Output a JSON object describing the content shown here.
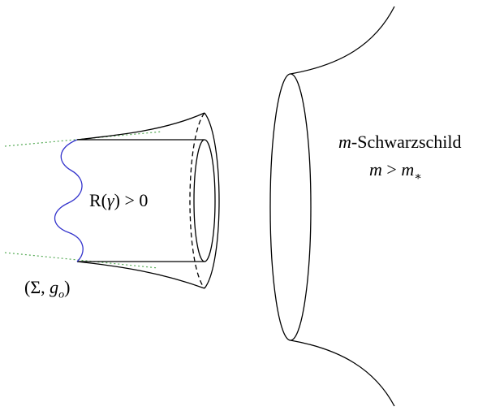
{
  "labels": {
    "curvature_prefix": "R(",
    "curvature_gamma": "γ",
    "curvature_suffix": ") > 0",
    "manifold_sigma": "Σ",
    "manifold_metric_g": "g",
    "manifold_metric_sub": "o",
    "schwarzschild_m": "m",
    "schwarzschild_title_rest": "-Schwarzschild",
    "mass_m": "m",
    "mass_gt": ">",
    "mass_star_m": "m",
    "mass_star_sub": "∗"
  },
  "colors": {
    "stroke": "#000000",
    "wavy_curve": "#3333cc",
    "dotted_guides": "#55aa55"
  }
}
